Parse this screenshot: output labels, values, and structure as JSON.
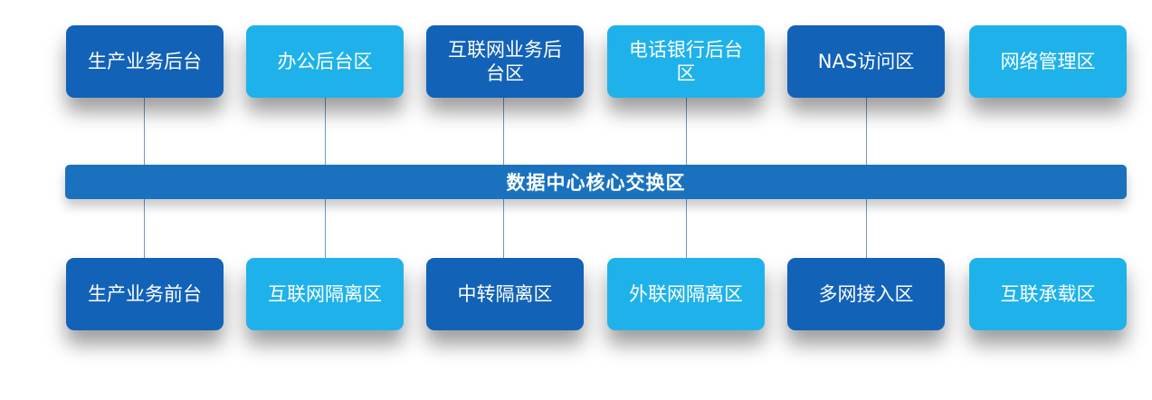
{
  "core_switch": {
    "label": "数据中心核心交换区"
  },
  "top_row": [
    {
      "label": "生产业务后台",
      "tone": "dark"
    },
    {
      "label": "办公后台区",
      "tone": "light"
    },
    {
      "label": "互联网业务后台区",
      "tone": "dark"
    },
    {
      "label": "电话银行后台区",
      "tone": "light"
    },
    {
      "label": "NAS访问区",
      "tone": "dark"
    },
    {
      "label": "网络管理区",
      "tone": "light"
    }
  ],
  "bottom_row": [
    {
      "label": "生产业务前台",
      "tone": "dark"
    },
    {
      "label": "互联网隔离区",
      "tone": "light"
    },
    {
      "label": "中转隔离区",
      "tone": "dark"
    },
    {
      "label": "外联网隔离区",
      "tone": "light"
    },
    {
      "label": "多网接入区",
      "tone": "dark"
    },
    {
      "label": "互联承载区",
      "tone": "light"
    }
  ],
  "colors": {
    "dark_node": "#1262b8",
    "light_node": "#1fb2ea",
    "bus": "#1a72bf",
    "connector": "#6a9bc9"
  }
}
